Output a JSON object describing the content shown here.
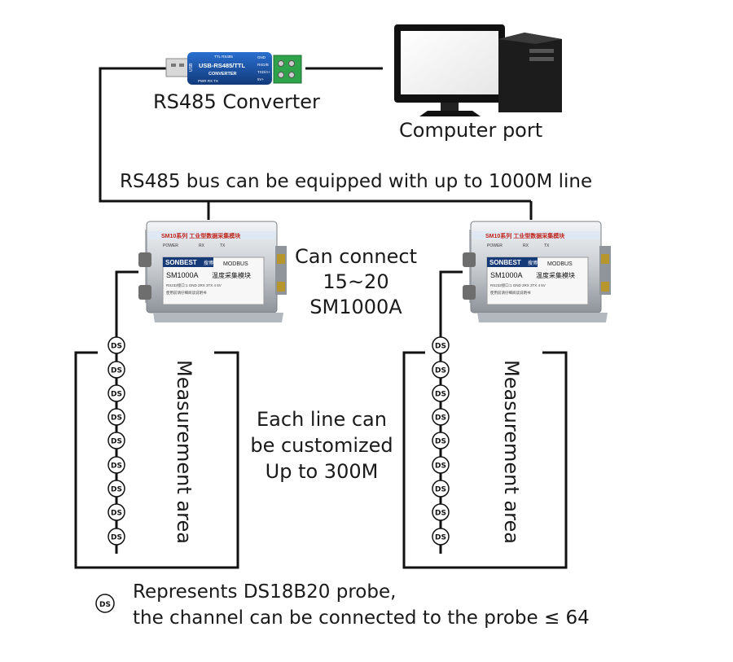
{
  "converter": {
    "label": "RS485 Converter",
    "device_text": {
      "top": "TTL RS485",
      "name": "USB-RS485/TTL",
      "sub": "CONVERTER",
      "usb": "USB",
      "pins": [
        "GND",
        "RXD/B",
        "TXD/A+",
        "5V+"
      ],
      "leds": "PWR RX TX"
    }
  },
  "computer": {
    "label": "Computer port"
  },
  "bus": {
    "label": "RS485 bus can be equipped with up to 1000M line"
  },
  "modules": {
    "header": "SM10系列 工业型数据采集模块",
    "leds": [
      "POWER",
      "RX",
      "TX"
    ],
    "brand": "SONBEST",
    "brand_cn": "搜博",
    "protocol": "MODBUS",
    "model": "SM1000A",
    "model_cn": "温度采集模块",
    "note": "RS232接口:1 GND 2RX 3TX  4 5V",
    "note2": "使用前请仔细阅读说明书"
  },
  "connect_note": {
    "lines": [
      "Can connect",
      "15~20",
      "SM1000A"
    ]
  },
  "line_note": {
    "lines": [
      "Each line can",
      "be customized",
      "Up to 300M"
    ]
  },
  "areas": [
    {
      "label": "Measurement area"
    },
    {
      "label": "Measurement area"
    }
  ],
  "probe": {
    "symbol": "DS"
  },
  "legend": {
    "line1": "Represents DS18B20 probe,",
    "line2": "the channel can be connected to the probe ≤ 64"
  }
}
